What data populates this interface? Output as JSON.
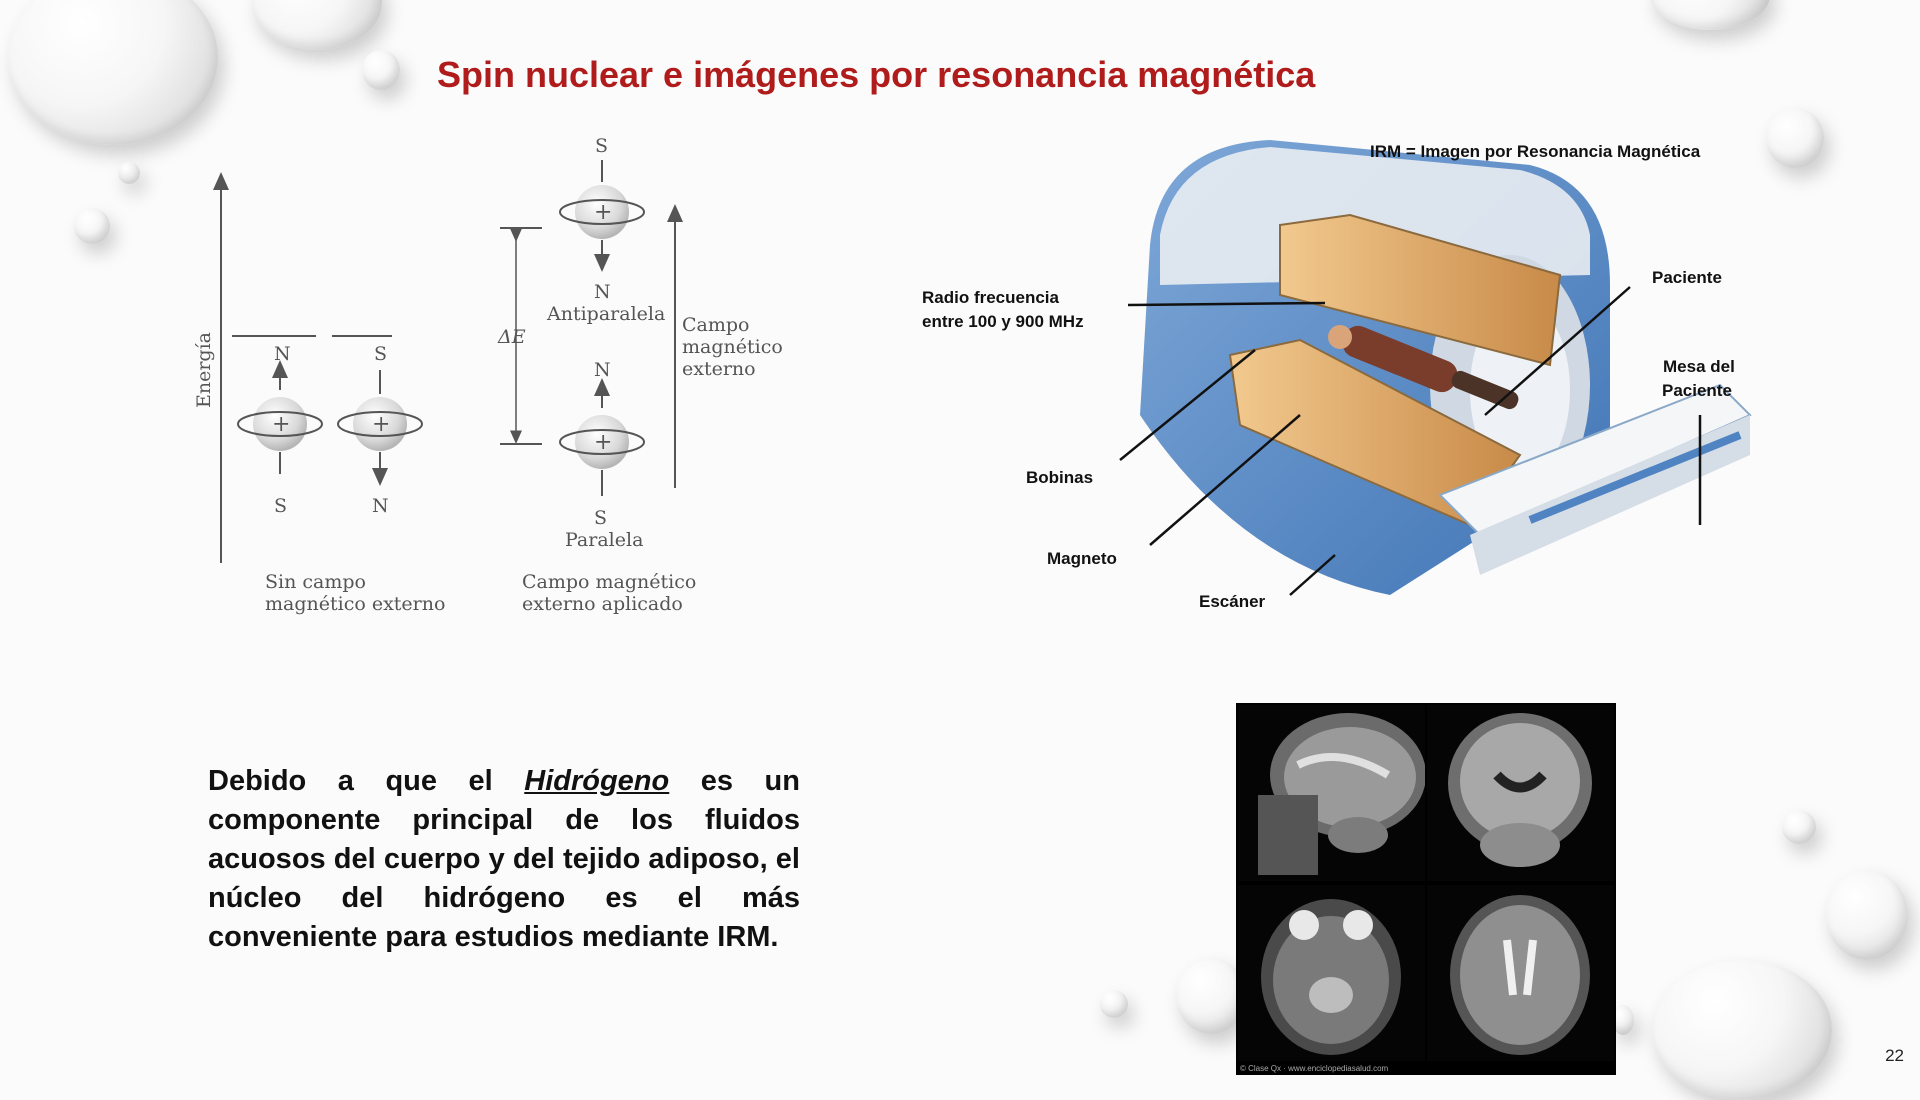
{
  "slide": {
    "title": "Spin nuclear e imágenes por resonancia magnética",
    "page_number": "22"
  },
  "spin_diagram": {
    "energy_label": "Energía",
    "left_pair": {
      "spin1_top": "N",
      "spin1_bottom": "S",
      "spin2_top": "S",
      "spin2_bottom": "N",
      "caption_line1": "Sin campo",
      "caption_line2": "magnético externo"
    },
    "right_pair": {
      "top_pole_s": "S",
      "top_pole_n": "N",
      "antiparallel": "Antiparalela",
      "bottom_pole_n": "N",
      "bottom_pole_s": "S",
      "parallel": "Paralela",
      "delta_e": "ΔE",
      "field_line1": "Campo",
      "field_line2": "magnético",
      "field_line3": "externo",
      "caption_line1": "Campo magnético",
      "caption_line2": "externo aplicado"
    },
    "plus_sign": "+"
  },
  "mri": {
    "header": "IRM = Imagen por Resonancia Magnética",
    "radio_line1": "Radio frecuencia",
    "radio_line2": "entre 100 y 900 MHz",
    "patient": "Paciente",
    "table_line1": "Mesa del",
    "table_line2": "Paciente",
    "coils": "Bobinas",
    "magnet": "Magneto",
    "scanner": "Escáner"
  },
  "paragraph": {
    "before": "Debido a que el ",
    "emphasis": "Hidrógeno",
    "after": " es un componente principal de los fluidos acuosos del cuerpo y del tejido adiposo, el núcleo del hidrógeno es el más conveniente para estudios mediante IRM."
  },
  "scans_credit": "© Clase Qx · www.enciclopediasalud.com",
  "colors": {
    "title": "#b01c1c",
    "mri_body": "#5d8fc9",
    "coil": "#e6b77e"
  }
}
